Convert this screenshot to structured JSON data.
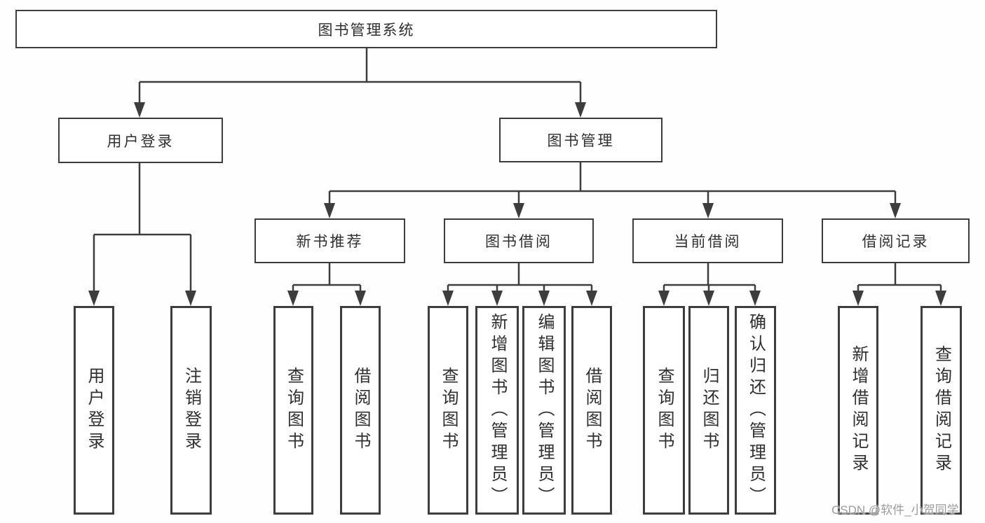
{
  "diagram": {
    "root_label": "图书管理系统",
    "level1": {
      "user_login": "用户登录",
      "book_management": "图书管理"
    },
    "level2": {
      "new_book": "新书推荐",
      "borrow": "图书借阅",
      "current": "当前借阅",
      "records": "借阅记录"
    },
    "leaves": {
      "user_login": [
        "用户登录",
        "注销登录"
      ],
      "new_book": [
        "查询图书",
        "借阅图书"
      ],
      "borrow": [
        "查询图书",
        "新增图书（管理员）",
        "编辑图书（管理员）",
        "借阅图书"
      ],
      "current": [
        "查询图书",
        "归还图书",
        "确认归还（管理员）"
      ],
      "records": [
        "新增借阅记录",
        "查询借阅记录"
      ]
    }
  },
  "watermark": "CSDN @软件_小贺同学",
  "colors": {
    "line": "#3d3d3d",
    "text": "#2f2f2f",
    "background": "#ffffff",
    "watermark": "#9b9b9b"
  }
}
